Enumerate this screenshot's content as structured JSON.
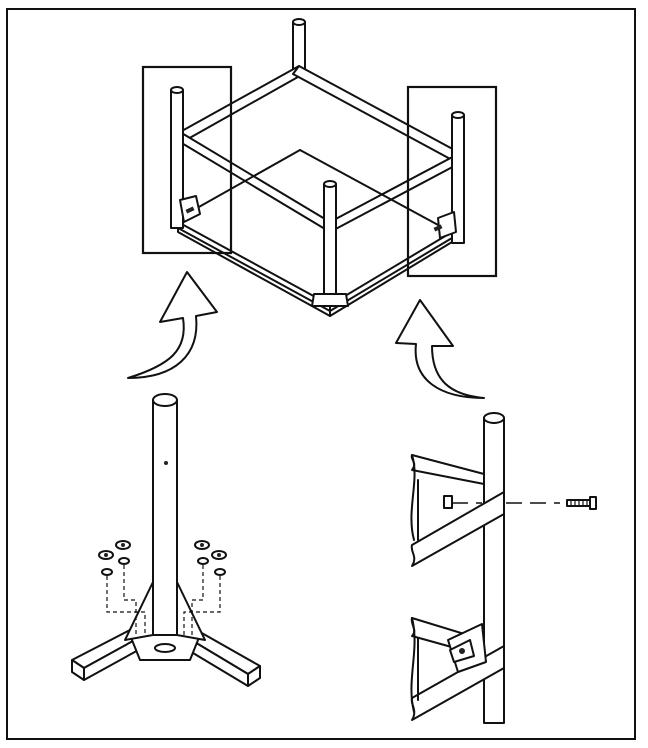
{
  "figure": {
    "type": "assembly-illustration",
    "views": [
      "frame-assembly",
      "corner-post-base-detail",
      "side-rail-bolt-detail"
    ],
    "line_color": "#111111",
    "background": "#ffffff"
  }
}
